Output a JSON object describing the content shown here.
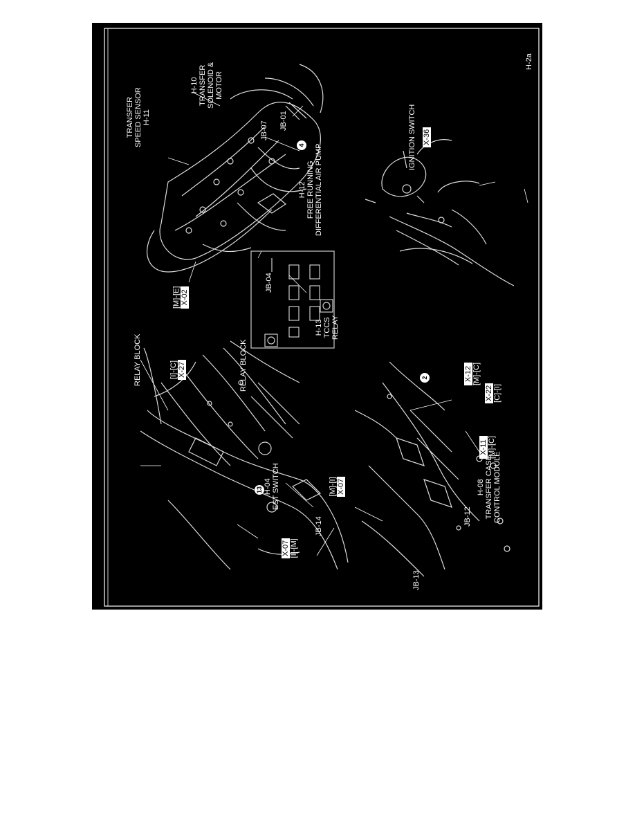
{
  "page_code": "H-2a",
  "callouts": {
    "transfer_speed_sensor": [
      "TRANSFER",
      "SPEED SENSOR",
      "H-11"
    ],
    "transfer_solenoid": [
      "H-10",
      "TRANSFER",
      "SOLENOID &",
      "MOTOR"
    ],
    "jb07": "JB-07",
    "jb01": "JB-01",
    "free_running": [
      "H-12",
      "FREE RUNNING",
      "DIFFERENTIAL AIR PUMP"
    ],
    "jb04": "JB-04",
    "x02": {
      "location": "[M]-[E]",
      "code": "X-02"
    },
    "ignition_switch": {
      "label": "IGNITION SWITCH",
      "code": "X-36"
    },
    "relay_block_top": "RELAY BLOCK",
    "x27": {
      "location": "[I]-[C]",
      "code": "X-27"
    },
    "relay_block_detail": "RELAY BLOCK",
    "tccs_relay": [
      "H-13",
      "TCCS",
      "RELAY"
    ],
    "est_switch": [
      "H-04",
      "EST SWITCH"
    ],
    "x07_left": {
      "location": "[I]-[M]",
      "code": "X-07"
    },
    "x07_bottom": {
      "location": "[M]-[I]",
      "code": "X-07"
    },
    "transfer_case_module": [
      "H-08",
      "TRANSFER CASE",
      "CONTROL MODULE"
    ],
    "jb14": "JB-14",
    "jb13": "JB-13",
    "jb12": "JB-12",
    "x11": {
      "location": "[M]-[C]",
      "code": "X-11"
    },
    "x12": {
      "location": "[M]-[C]",
      "code": "X-12"
    },
    "x22": {
      "location": "[C]-[I]",
      "code": "X-22"
    },
    "circle_4": "4",
    "circle_2": "2",
    "circle_13": "13"
  }
}
